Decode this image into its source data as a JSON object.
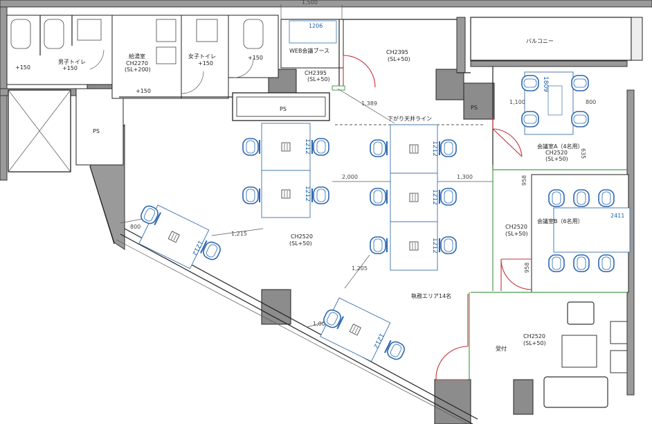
{
  "rooms": {
    "mens_toilet": [
      "男子トイレ",
      "+150"
    ],
    "mens_toilet_left": "+150",
    "kitchen": [
      "給湯室",
      "CH2270",
      "(SL+200)"
    ],
    "kitchen_floor": "+150",
    "womens_toilet": [
      "女子トイレ",
      "+150"
    ],
    "womens_right": "+150",
    "web_booth": "WEB会議ブース",
    "web_booth_size": "1206",
    "web_ch": [
      "CH2395",
      "(SL+50)"
    ],
    "ch2395_main": [
      "CH2395",
      "(SL+50)"
    ],
    "balcony": "バルコニー",
    "ps_top": "PS",
    "ps_left": "PS",
    "ps_right": "PS",
    "soffit": "下がり天井ライン",
    "meeting_a": [
      "会議室A（4名用）",
      "CH2520",
      "(SL+50)"
    ],
    "meeting_a_size": "1809",
    "meeting_b": "会議室B（6名用）",
    "meeting_b_size": "2411",
    "ch_b": [
      "CH2520",
      "(SL+50)"
    ],
    "work_ch": [
      "CH2520",
      "(SL+50)"
    ],
    "work_area": "執務エリア14名",
    "reception_ch": [
      "CH2520",
      "(SL+50)"
    ],
    "reception": "受付"
  },
  "dimensions": {
    "top": "1,500",
    "d1389": "1,389",
    "d1100": "1,100",
    "d800_a": "800",
    "d635": "635",
    "d2000": "2,000",
    "d1300": "1,300",
    "d800_b": "800",
    "d1215": "1,215",
    "d1205": "1,205",
    "d1000": "1,000",
    "d958_a": "958",
    "d958_b": "958"
  },
  "desk_label": "1212"
}
